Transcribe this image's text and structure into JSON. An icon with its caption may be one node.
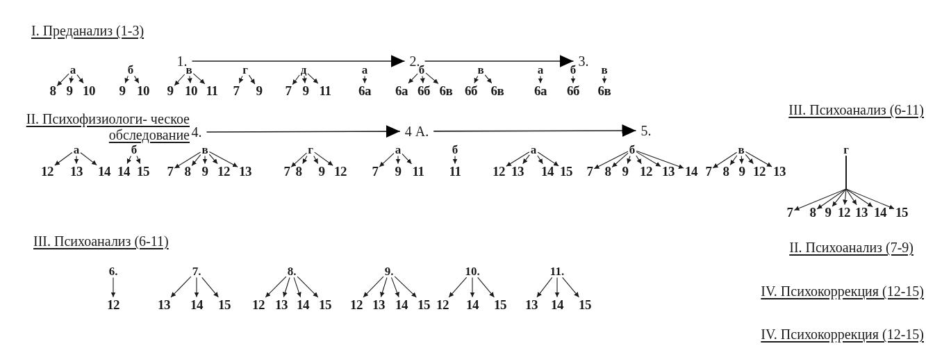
{
  "diagram": {
    "nodes": [
      {
        "text": [
          "1."
        ]
      },
      {
        "text": [
          "2."
        ]
      },
      {
        "text": [
          "3."
        ]
      },
      {
        "text": [
          "а"
        ]
      },
      {
        "text": [
          "8"
        ]
      },
      {
        "text": [
          "9"
        ]
      },
      {
        "text": [
          "10"
        ]
      },
      {
        "text": [
          "б"
        ]
      },
      {
        "text": [
          "9"
        ]
      },
      {
        "text": [
          "10"
        ]
      },
      {
        "text": [
          "в"
        ]
      },
      {
        "text": [
          "9"
        ]
      },
      {
        "text": [
          "10"
        ]
      },
      {
        "text": [
          "11"
        ]
      },
      {
        "text": [
          "г"
        ]
      },
      {
        "text": [
          "7"
        ]
      },
      {
        "text": [
          "9"
        ]
      },
      {
        "text": [
          "д"
        ]
      },
      {
        "text": [
          "7"
        ]
      },
      {
        "text": [
          "9"
        ]
      },
      {
        "text": [
          "11"
        ]
      },
      {
        "text": [
          "а"
        ]
      },
      {
        "text": [
          "6а"
        ]
      },
      {
        "text": [
          "б"
        ]
      },
      {
        "text": [
          "6а"
        ]
      },
      {
        "text": [
          "6б"
        ]
      },
      {
        "text": [
          "6в"
        ]
      },
      {
        "text": [
          "в"
        ]
      },
      {
        "text": [
          "6б"
        ]
      },
      {
        "text": [
          "6в"
        ]
      },
      {
        "text": [
          "а"
        ]
      },
      {
        "text": [
          "6а"
        ]
      },
      {
        "text": [
          "б"
        ]
      },
      {
        "text": [
          "6б"
        ]
      },
      {
        "text": [
          "в"
        ]
      },
      {
        "text": [
          "6в"
        ]
      },
      {
        "text": [
          "4."
        ]
      },
      {
        "text": [
          "4 А."
        ]
      },
      {
        "text": [
          "5."
        ]
      },
      {
        "text": [
          "а"
        ]
      },
      {
        "text": [
          "12"
        ]
      },
      {
        "text": [
          "13"
        ]
      },
      {
        "text": [
          "14"
        ]
      },
      {
        "text": [
          "б"
        ]
      },
      {
        "text": [
          "14"
        ]
      },
      {
        "text": [
          "15"
        ]
      },
      {
        "text": [
          "в"
        ]
      },
      {
        "text": [
          "7"
        ]
      },
      {
        "text": [
          "8"
        ]
      },
      {
        "text": [
          "9"
        ]
      },
      {
        "text": [
          "12"
        ]
      },
      {
        "text": [
          "13"
        ]
      },
      {
        "text": [
          "г"
        ]
      },
      {
        "text": [
          "7"
        ]
      },
      {
        "text": [
          "8"
        ]
      },
      {
        "text": [
          "9"
        ]
      },
      {
        "text": [
          "12"
        ]
      },
      {
        "text": [
          "а"
        ]
      },
      {
        "text": [
          "7"
        ]
      },
      {
        "text": [
          "9"
        ]
      },
      {
        "text": [
          "11"
        ]
      },
      {
        "text": [
          "б"
        ]
      },
      {
        "text": [
          "11"
        ]
      },
      {
        "text": [
          "а"
        ]
      },
      {
        "text": [
          "12"
        ]
      },
      {
        "text": [
          "13"
        ]
      },
      {
        "text": [
          "14"
        ]
      },
      {
        "text": [
          "15"
        ]
      },
      {
        "text": [
          "б"
        ]
      },
      {
        "text": [
          "7"
        ]
      },
      {
        "text": [
          "8"
        ]
      },
      {
        "text": [
          "9"
        ]
      },
      {
        "text": [
          "12"
        ]
      },
      {
        "text": [
          "13"
        ]
      },
      {
        "text": [
          "14"
        ]
      },
      {
        "text": [
          "в"
        ]
      },
      {
        "text": [
          "7"
        ]
      },
      {
        "text": [
          "8"
        ]
      },
      {
        "text": [
          "9"
        ]
      },
      {
        "text": [
          "12"
        ]
      },
      {
        "text": [
          "13"
        ]
      },
      {
        "text": [
          "г"
        ]
      },
      {
        "text": [
          "7"
        ]
      },
      {
        "text": [
          "8"
        ]
      },
      {
        "text": [
          "9"
        ]
      },
      {
        "text": [
          "12"
        ]
      },
      {
        "text": [
          "13"
        ]
      },
      {
        "text": [
          "14"
        ]
      },
      {
        "text": [
          "15"
        ]
      },
      {
        "text": [
          "6."
        ]
      },
      {
        "text": [
          "12"
        ]
      },
      {
        "text": [
          "7."
        ]
      },
      {
        "text": [
          "13"
        ]
      },
      {
        "text": [
          "14"
        ]
      },
      {
        "text": [
          "15"
        ]
      },
      {
        "text": [
          "8."
        ]
      },
      {
        "text": [
          "12"
        ]
      },
      {
        "text": [
          "13"
        ]
      },
      {
        "text": [
          "14"
        ]
      },
      {
        "text": [
          "15"
        ]
      },
      {
        "text": [
          "9."
        ]
      },
      {
        "text": [
          "12"
        ]
      },
      {
        "text": [
          "13"
        ]
      },
      {
        "text": [
          "14"
        ]
      },
      {
        "text": [
          "15"
        ]
      },
      {
        "text": [
          "10."
        ]
      },
      {
        "text": [
          "12"
        ]
      },
      {
        "text": [
          "14"
        ]
      },
      {
        "text": [
          "15"
        ]
      },
      {
        "text": [
          "11."
        ]
      },
      {
        "text": [
          "13"
        ]
      },
      {
        "text": [
          "14"
        ]
      },
      {
        "text": [
          "15"
        ]
      }
    ],
    "edges": [
      {
        "from": 0,
        "to": 1,
        "arrow": "to"
      },
      {
        "from": 1,
        "to": 2,
        "arrow": "to"
      },
      {
        "from": 36,
        "to": 37,
        "arrow": "to"
      },
      {
        "from": 37,
        "to": 38,
        "arrow": "to"
      },
      {
        "from": 3,
        "to": 4,
        "arrow": "to"
      },
      {
        "from": 3,
        "to": 5,
        "arrow": "to"
      },
      {
        "from": 3,
        "to": 6,
        "arrow": "to"
      },
      {
        "from": 7,
        "to": 8,
        "arrow": "to"
      },
      {
        "from": 7,
        "to": 9,
        "arrow": "to"
      },
      {
        "from": 10,
        "to": 11,
        "arrow": "to"
      },
      {
        "from": 10,
        "to": 12,
        "arrow": "to"
      },
      {
        "from": 10,
        "to": 13,
        "arrow": "to"
      },
      {
        "from": 14,
        "to": 15,
        "arrow": "to"
      },
      {
        "from": 14,
        "to": 16,
        "arrow": "to"
      },
      {
        "from": 17,
        "to": 18,
        "arrow": "to"
      },
      {
        "from": 17,
        "to": 19,
        "arrow": "to"
      },
      {
        "from": 17,
        "to": 20,
        "arrow": "to"
      },
      {
        "from": 21,
        "to": 22,
        "arrow": "to"
      },
      {
        "from": 23,
        "to": 24,
        "arrow": "to"
      },
      {
        "from": 23,
        "to": 25,
        "arrow": "to"
      },
      {
        "from": 23,
        "to": 26,
        "arrow": "to"
      },
      {
        "from": 27,
        "to": 28,
        "arrow": "to"
      },
      {
        "from": 27,
        "to": 29,
        "arrow": "to"
      },
      {
        "from": 30,
        "to": 31,
        "arrow": "to"
      },
      {
        "from": 32,
        "to": 33,
        "arrow": "to"
      },
      {
        "from": 34,
        "to": 35,
        "arrow": "to"
      },
      {
        "from": 39,
        "to": 40,
        "arrow": "to"
      },
      {
        "from": 39,
        "to": 41,
        "arrow": "to"
      },
      {
        "from": 39,
        "to": 42,
        "arrow": "to"
      },
      {
        "from": 43,
        "to": 44,
        "arrow": "to"
      },
      {
        "from": 43,
        "to": 45,
        "arrow": "to"
      },
      {
        "from": 46,
        "to": 47,
        "arrow": "to"
      },
      {
        "from": 46,
        "to": 48,
        "arrow": "to"
      },
      {
        "from": 46,
        "to": 49,
        "arrow": "to"
      },
      {
        "from": 46,
        "to": 50,
        "arrow": "to"
      },
      {
        "from": 46,
        "to": 51,
        "arrow": "to"
      },
      {
        "from": 52,
        "to": 53,
        "arrow": "to"
      },
      {
        "from": 52,
        "to": 54,
        "arrow": "to"
      },
      {
        "from": 52,
        "to": 55,
        "arrow": "to"
      },
      {
        "from": 52,
        "to": 56,
        "arrow": "to"
      },
      {
        "from": 57,
        "to": 58,
        "arrow": "to"
      },
      {
        "from": 57,
        "to": 59,
        "arrow": "to"
      },
      {
        "from": 57,
        "to": 60,
        "arrow": "to"
      },
      {
        "from": 61,
        "to": 62,
        "arrow": "to"
      },
      {
        "from": 63,
        "to": 64,
        "arrow": "to"
      },
      {
        "from": 63,
        "to": 65,
        "arrow": "to"
      },
      {
        "from": 63,
        "to": 66,
        "arrow": "to"
      },
      {
        "from": 63,
        "to": 67,
        "arrow": "to"
      },
      {
        "from": 68,
        "to": 69,
        "arrow": "to"
      },
      {
        "from": 68,
        "to": 70,
        "arrow": "to"
      },
      {
        "from": 68,
        "to": 71,
        "arrow": "to"
      },
      {
        "from": 68,
        "to": 72,
        "arrow": "to"
      },
      {
        "from": 68,
        "to": 73,
        "arrow": "to"
      },
      {
        "from": 68,
        "to": 74,
        "arrow": "to"
      },
      {
        "from": 75,
        "to": 76,
        "arrow": "to"
      },
      {
        "from": 75,
        "to": 77,
        "arrow": "to"
      },
      {
        "from": 75,
        "to": 78,
        "arrow": "to"
      },
      {
        "from": 75,
        "to": 79,
        "arrow": "to"
      },
      {
        "from": 75,
        "to": 80,
        "arrow": "to"
      },
      {
        "from": 81,
        "to": 82,
        "arrow": "to"
      },
      {
        "from": 81,
        "to": 83,
        "arrow": "to"
      },
      {
        "from": 81,
        "to": 84,
        "arrow": "to"
      },
      {
        "from": 81,
        "to": 85,
        "arrow": "to"
      },
      {
        "from": 81,
        "to": 86,
        "arrow": "to"
      },
      {
        "from": 81,
        "to": 87,
        "arrow": "to"
      },
      {
        "from": 81,
        "to": 88,
        "arrow": "to"
      },
      {
        "from": 89,
        "to": 90,
        "arrow": "to"
      },
      {
        "from": 91,
        "to": 92,
        "arrow": "to"
      },
      {
        "from": 91,
        "to": 93,
        "arrow": "to"
      },
      {
        "from": 91,
        "to": 94,
        "arrow": "to"
      },
      {
        "from": 95,
        "to": 96,
        "arrow": "to"
      },
      {
        "from": 95,
        "to": 97,
        "arrow": "to"
      },
      {
        "from": 95,
        "to": 98,
        "arrow": "to"
      },
      {
        "from": 95,
        "to": 99,
        "arrow": "to"
      },
      {
        "from": 100,
        "to": 101,
        "arrow": "to"
      },
      {
        "from": 100,
        "to": 102,
        "arrow": "to"
      },
      {
        "from": 100,
        "to": 103,
        "arrow": "to"
      },
      {
        "from": 100,
        "to": 104,
        "arrow": "to"
      },
      {
        "from": 105,
        "to": 106,
        "arrow": "to"
      },
      {
        "from": 105,
        "to": 107,
        "arrow": "to"
      },
      {
        "from": 105,
        "to": 108,
        "arrow": "to"
      },
      {
        "from": 109,
        "to": 110,
        "arrow": "to"
      },
      {
        "from": 109,
        "to": 111,
        "arrow": "to"
      },
      {
        "from": 109,
        "to": 112,
        "arrow": "to"
      }
    ],
    "labels": [
      "I. Преданализ (1-3)",
      "II. Психофизиологи- ческое обследование",
      "III. Психоанализ (6-11)",
      "III. Психоанализ (6-11)",
      "II. Психоанализ (7-9)",
      "IV. Психокоррекция (12-15)",
      "IV. Психокоррекция (12-15)"
    ]
  }
}
